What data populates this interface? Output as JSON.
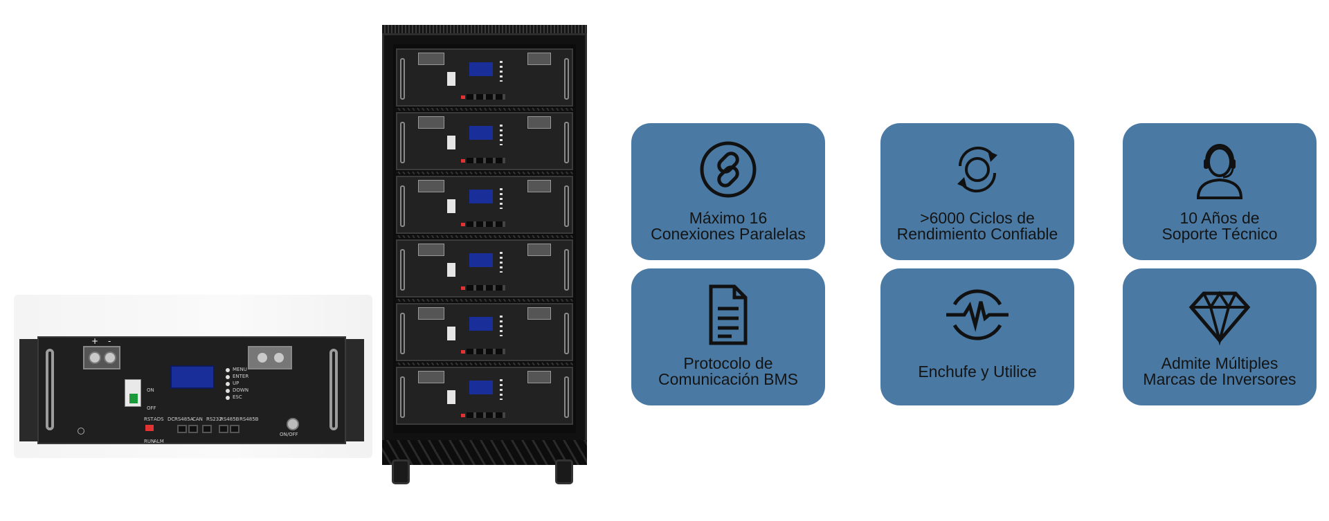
{
  "module": {
    "on_label": "ON",
    "off_label": "OFF",
    "menu_items": [
      "MENU",
      "ENTER",
      "UP",
      "DOWN",
      "ESC"
    ],
    "rst_label": "RST",
    "ads_label": "ADS",
    "dc_label": "DC",
    "run_label": "RUN",
    "alm_label": "ALM",
    "port_labels": [
      "RS485A",
      "CAN",
      "RS232",
      "RS485B",
      "RS485B"
    ],
    "onoff_label": "ON/OFF",
    "plus_sign": "+",
    "minus_sign": "-"
  },
  "cabinet": {
    "shelf_count": 6
  },
  "features": [
    {
      "icon": "link-icon",
      "lines": [
        "Máximo 16",
        "Conexiones Paralelas"
      ]
    },
    {
      "icon": "cycle-arrows-icon",
      "lines": [
        ">6000 Ciclos de",
        "Rendimiento Confiable"
      ]
    },
    {
      "icon": "support-agent-icon",
      "lines": [
        "10 Años de",
        "Soporte Técnico"
      ]
    },
    {
      "icon": "document-icon",
      "lines": [
        "Protocolo de",
        "Comunicación BMS"
      ]
    },
    {
      "icon": "plug-pulse-icon",
      "lines": [
        "Enchufe y Utilice"
      ]
    },
    {
      "icon": "diamond-icon",
      "lines": [
        "Admite Múltiples",
        "Marcas de Inversores"
      ]
    }
  ],
  "colors": {
    "card_bg": "#4a7aa4",
    "card_text": "#141414",
    "lcd": "#1a2e9a",
    "status_red": "#e23232",
    "breaker_green": "#1a9a3a"
  }
}
